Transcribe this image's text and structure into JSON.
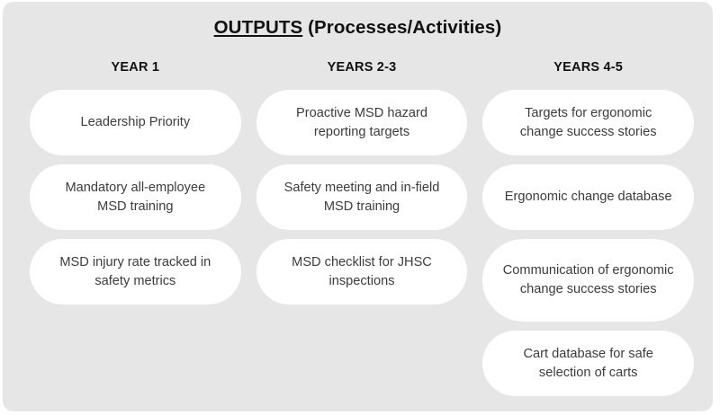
{
  "panel": {
    "background_color": "#e6e6e6",
    "pill_color": "#ffffff",
    "title_color": "#111111",
    "pill_text_color": "#3c3c3c"
  },
  "title": {
    "underlined_part": "OUTPUTS",
    "rest": " (Processes/Activities)"
  },
  "columns": [
    {
      "header": "YEAR 1",
      "items": [
        "Leadership Priority",
        "Mandatory all-employee MSD training",
        "MSD injury rate tracked in safety metrics"
      ]
    },
    {
      "header": "YEARS 2-3",
      "items": [
        "Proactive MSD hazard reporting targets",
        "Safety meeting and in-field MSD training",
        "MSD checklist for JHSC inspections"
      ]
    },
    {
      "header": "YEARS 4-5",
      "items": [
        "Targets for ergonomic change success stories",
        "Ergonomic change database",
        "Communication of ergonomic change success stories",
        "Cart database for safe selection of carts"
      ]
    }
  ]
}
